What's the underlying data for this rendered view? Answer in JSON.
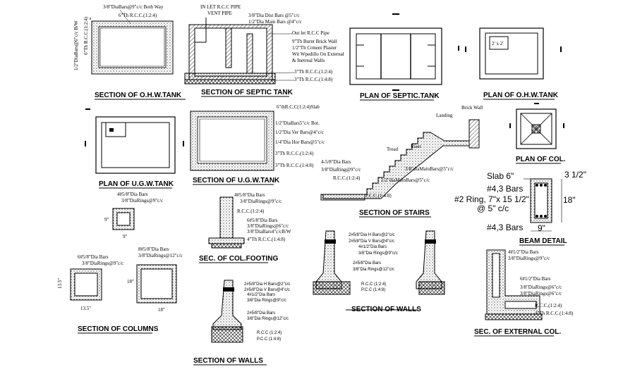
{
  "titles": {
    "ohw_section": "SECTION OF O.H.W.TANK",
    "septic_section": "SECTION OF SEPTIC TANK",
    "septic_plan": "PLAN OF SEPTIC.TANK",
    "ohw_plan": "PLAN OF O.H.W.TANK",
    "ugw_plan": "PLAN OF U.G.W.TANK",
    "ugw_section": "SECTION OF U.G.W.TANK",
    "stairs": "SECTION OF STAIRS",
    "col_plan": "PLAN OF COL.",
    "col_footing": "SEC. OF COL.FOOTING",
    "columns": "SECTION OF COLUMNS",
    "walls_center": "SECTION OF WALLS",
    "walls_bottom": "SECTION OF WALLS",
    "beam": "BEAM DETAIL",
    "ext_col": "SEC. OF EXTERNAL COL."
  },
  "ohw": {
    "bars_top": "3/8\"DiaBars@9\"c/c Both Way",
    "rcc_top": "6\"Th R.C.C.(1:2:4)",
    "side1": "1/2\"DiaBars@6\"c/c B/W",
    "side2": "6\"Th R.C.C.(1:2:4)"
  },
  "septic": {
    "inlet": "IN LET R.C.C PIPE",
    "vent": "VENT PIPE",
    "dist_bars": "3/8\"Dia Dist Bars @5\"c/c",
    "main_bars": "1/2\"Dia Main Bars @4\"c/c",
    "outlet": "Out let R.C.C Pipe",
    "brick": "9\"Th Burnt Brick Wall",
    "plaster": "1/2\"Th Crment Plaster",
    "wpd": "Wit Wpedillo On External",
    "wpd2": "& Inetrnal Walls",
    "rcc1": "3\"Th R.C.C.(1:2:4)",
    "rcc2": "3\"Th R.C.C.(1:4:8)"
  },
  "ohw_plan_label": "2' x 2'",
  "ugw": {
    "slab": "6\"thR.C.C(1:2:4)Slab",
    "bot": "1/2\"DiaBars5\"c/c Bot.",
    "ver": "1/2\"Dia Ver Bars@4\"c/c",
    "hor": "1/4\"Dia Hor Bars@5\"c/c",
    "rcc1": "3\"Th R.C.C.(1:2:4)",
    "rcc2": "3\"Th R.C.C.(1:4:8)"
  },
  "stairs": {
    "brick_wall": "Brick Wall",
    "landing": "Landing",
    "riser": "Riser",
    "tread": "Tread",
    "dia_bars": "4-5/8\"Dia Bars",
    "rings": "3/8\"DiaRing@9\"c/c",
    "rcc": "R.C.C.(1:2:4)",
    "main_bars": "3/8\"diaMainBars@5\"c/c",
    "main_bars2": "1/2\"diaMainBars@5\"c/c",
    "pcc": "P.C.C.(1:4:8)"
  },
  "col_footing": {
    "bars": "4#5/8\"Dia Bars",
    "rings": "3/8\"DiaRings@9\"c/c",
    "rcc": "R.C.C.(1:2:4)",
    "bars2": "6#5/8\"Dia Bars",
    "rings2": "3/8\"DiaRings@6\"c/c",
    "bars3": "3/8\"DiaBars4\"c/cB/W",
    "rcc2": "4\"Th R.C.C.(1:4:8)"
  },
  "columns": {
    "a_bars": "4#5/8\"Dia Bars",
    "a_rings": "3/8\"DiaRings@9\"c/c",
    "a_dim_v": "9\"",
    "a_dim_h": "9\"",
    "b_bars": "6#5/8\"Dia Bars",
    "b_rings": "3/8\"DiaRings@9\"c/c",
    "b_dim_v": "13.5\"",
    "b_dim_h": "13.5\"",
    "c_bars": "8#5/8\"Dia Bars",
    "c_rings": "3/8\"DiaRings@12\"c/c",
    "c_dim_v": "18\"",
    "c_dim_h": "18\""
  },
  "walls": {
    "l1": "2#5/8\"Dia H Bars@2\"c/c",
    "l2": "2#5/8\"Dia V Bars@4\"c/c",
    "l3": "4#1/2\"Dia Bars",
    "l4": "3/8\"Dia Rings@9\"c/c",
    "l5": "2#5/8\"Dia Bars",
    "l6": "3/8\"Dia Rings@12\"c/c",
    "rcc": "R.C.C (1:2:4)",
    "pcc": "P.C.C (1:4:8)"
  },
  "beam": {
    "slab": "Slab 6\"",
    "dim_top": "3 1/2\"",
    "bars_top": "#4,3 Bars",
    "ring": "#2 Ring, 7\"x 15 1/2\"",
    "ring2": "@ 5\" c/c",
    "bars_bot": "#4,3 Bars",
    "dim_h": "18\"",
    "dim_w": "9\""
  },
  "ext_col": {
    "bars": "4#1/2\"Dia Bars",
    "rings": "3/8\"DiaRings@9\"c/c",
    "bars2": "6#1/2\"Dia Bars",
    "rings2": "3/8\"DiaRings@6\"c/c",
    "bars3": "3/8\"DiaRings@6\"c/c",
    "rcc": "R.C.C.(1:2:4)",
    "rcc2": "4\"Th R.C.C.(1:4:8)"
  }
}
